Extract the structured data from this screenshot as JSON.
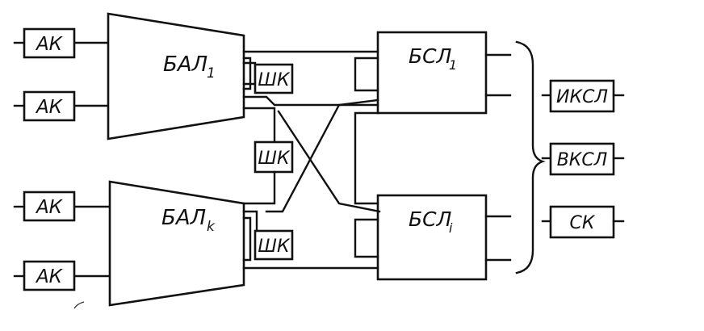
{
  "diagram": {
    "ak_labels": [
      "АК",
      "АК",
      "АК",
      "АК"
    ],
    "bal_top": {
      "main": "БАЛ",
      "sub": "1"
    },
    "bal_bottom": {
      "main": "БАЛ",
      "sub": "k"
    },
    "bsl_top": {
      "main": "БСЛ",
      "sub": "1"
    },
    "bsl_bottom": {
      "main": "БСЛ",
      "sub": "i"
    },
    "shk_labels": [
      "ШК",
      "ШК",
      "ШК"
    ],
    "right_blocks": [
      "ИКСЛ",
      "ВКСЛ",
      "СК"
    ]
  }
}
